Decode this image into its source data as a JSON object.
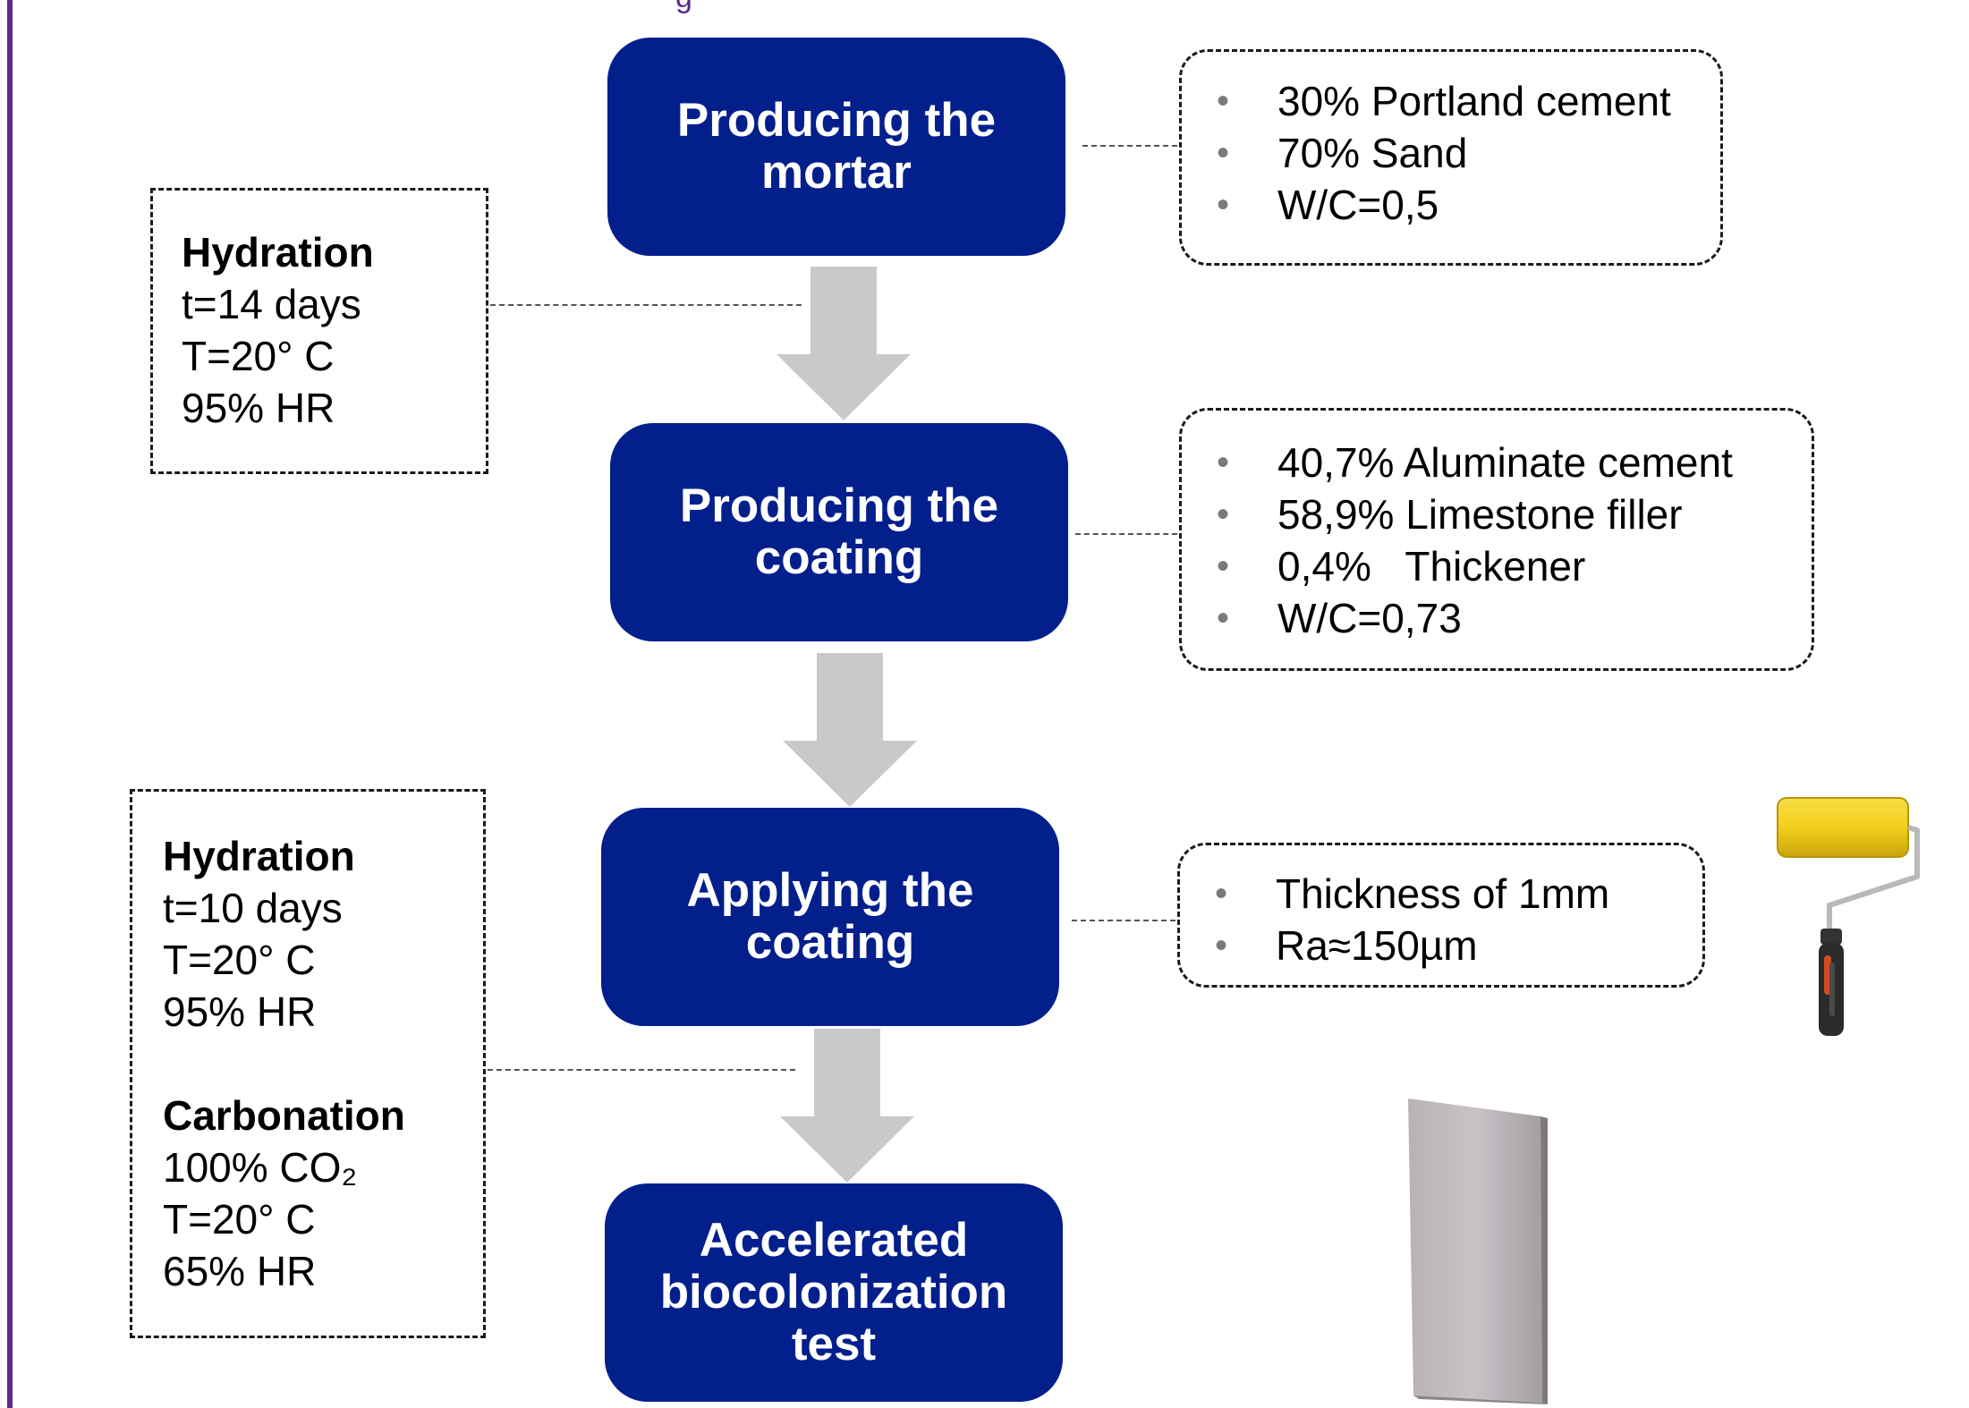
{
  "header_fragment": "g",
  "steps": [
    {
      "line1": "Producing the",
      "line2": "mortar",
      "line3": ""
    },
    {
      "line1": "Producing the",
      "line2": "coating",
      "line3": ""
    },
    {
      "line1": "Applying the",
      "line2": "coating",
      "line3": ""
    },
    {
      "line1": "Accelerated",
      "line2": "biocolonization",
      "line3": "test"
    }
  ],
  "left_boxes": {
    "hydration1": {
      "title": "Hydration",
      "lines": [
        "t=14 days",
        "T=20°  C",
        "95% HR"
      ]
    },
    "hydration2": {
      "title": "Hydration",
      "lines": [
        "t=10 days",
        "T=20°  C",
        "95% HR"
      ]
    },
    "carbonation": {
      "title": "Carbonation",
      "lines": [
        "100% CO₂",
        "T=20°  C",
        "65% HR"
      ]
    }
  },
  "right_boxes": {
    "mortar": [
      "30% Portland cement",
      "70% Sand",
      "W/C=0,5"
    ],
    "coating": [
      "40,7% Aluminate cement",
      "58,9% Limestone filler",
      "0,4%   Thickener",
      "W/C=0,73"
    ],
    "application": [
      "Thickness of 1mm",
      "Ra≈150µm"
    ]
  },
  "bullet_glyph": "•",
  "icons": {
    "roller": "paint-roller-icon",
    "sample": "coated-mortar-sample-icon"
  },
  "colors": {
    "step_fill": "#021f8c",
    "arrow_fill": "#c8c9cb",
    "accent_bar": "#5b2a8a",
    "roller_yellow": "#f2cf1a"
  }
}
